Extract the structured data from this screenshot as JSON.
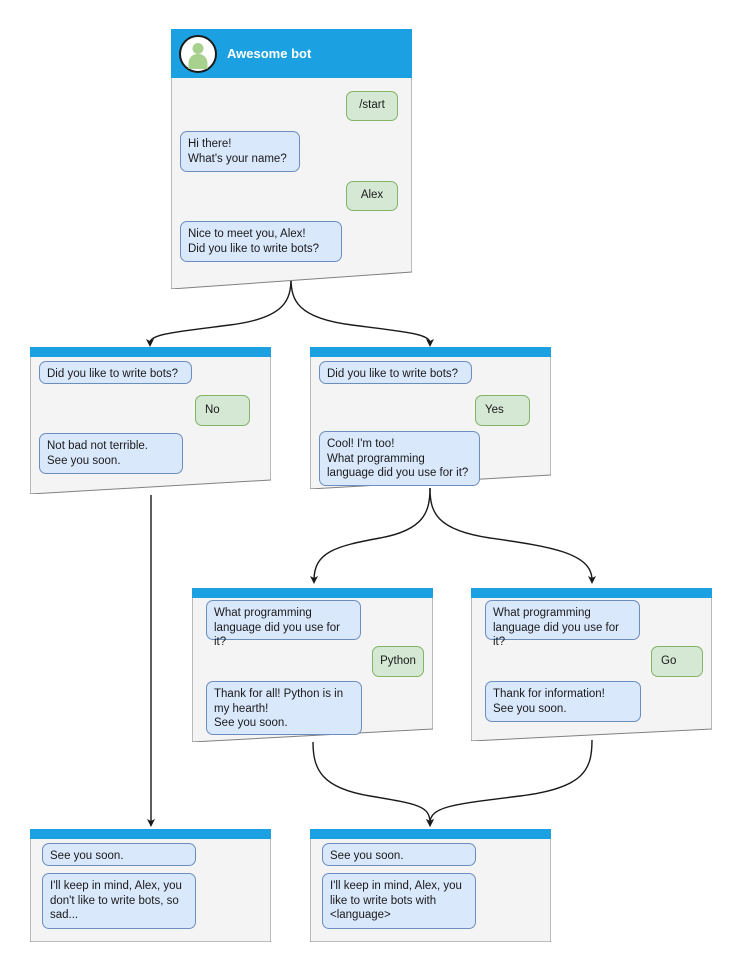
{
  "diagram": {
    "title": "Awesome bot chatbot conversation flow",
    "colors": {
      "header_blue": "#1ba1e2",
      "node_body": "#f4f4f4",
      "node_border": "#808080",
      "bot_bubble_fill": "#dae8fc",
      "bot_bubble_border": "#6c8ebf",
      "user_bubble_fill": "#d5e8d4",
      "user_bubble_border": "#82b366",
      "edge": "#1a1a1a",
      "avatar_figure": "#a9d18e"
    }
  },
  "nodes": {
    "root": {
      "header_title": "Awesome bot",
      "avatar_icon": "user-avatar-icon",
      "messages": [
        {
          "role": "user",
          "text": "/start"
        },
        {
          "role": "bot",
          "text": "Hi there!\nWhat's your name?"
        },
        {
          "role": "user",
          "text": "Alex"
        },
        {
          "role": "bot",
          "text": "Nice to meet you, Alex!\nDid you like to write bots?"
        }
      ]
    },
    "no_branch": {
      "messages": [
        {
          "role": "bot",
          "text": "Did you like to write bots?"
        },
        {
          "role": "user",
          "text": "No"
        },
        {
          "role": "bot",
          "text": "Not bad not terrible.\nSee you soon."
        }
      ]
    },
    "yes_branch": {
      "messages": [
        {
          "role": "bot",
          "text": "Did you like to write bots?"
        },
        {
          "role": "user",
          "text": "Yes"
        },
        {
          "role": "bot",
          "text": "Cool! I'm too!\nWhat programming\nlanguage did you use for it?"
        }
      ]
    },
    "python_branch": {
      "messages": [
        {
          "role": "bot",
          "text": "What programming\nlanguage did you use for it?"
        },
        {
          "role": "user",
          "text": "Python"
        },
        {
          "role": "bot",
          "text": "Thank for all! Python is in\nmy hearth!\nSee you soon."
        }
      ]
    },
    "go_branch": {
      "messages": [
        {
          "role": "bot",
          "text": "What programming\nlanguage did you use for it?"
        },
        {
          "role": "user",
          "text": "Go"
        },
        {
          "role": "bot",
          "text": "Thank for information!\nSee you soon."
        }
      ]
    },
    "end_no": {
      "messages": [
        {
          "role": "bot",
          "text": "See you soon."
        },
        {
          "role": "bot",
          "text": "I'll keep in mind, Alex, you\ndon't like to write bots, so\nsad..."
        }
      ]
    },
    "end_yes": {
      "messages": [
        {
          "role": "bot",
          "text": "See you soon."
        },
        {
          "role": "bot",
          "text": "I'll keep in mind, Alex, you\nlike to write bots with\n<language>"
        }
      ]
    }
  }
}
